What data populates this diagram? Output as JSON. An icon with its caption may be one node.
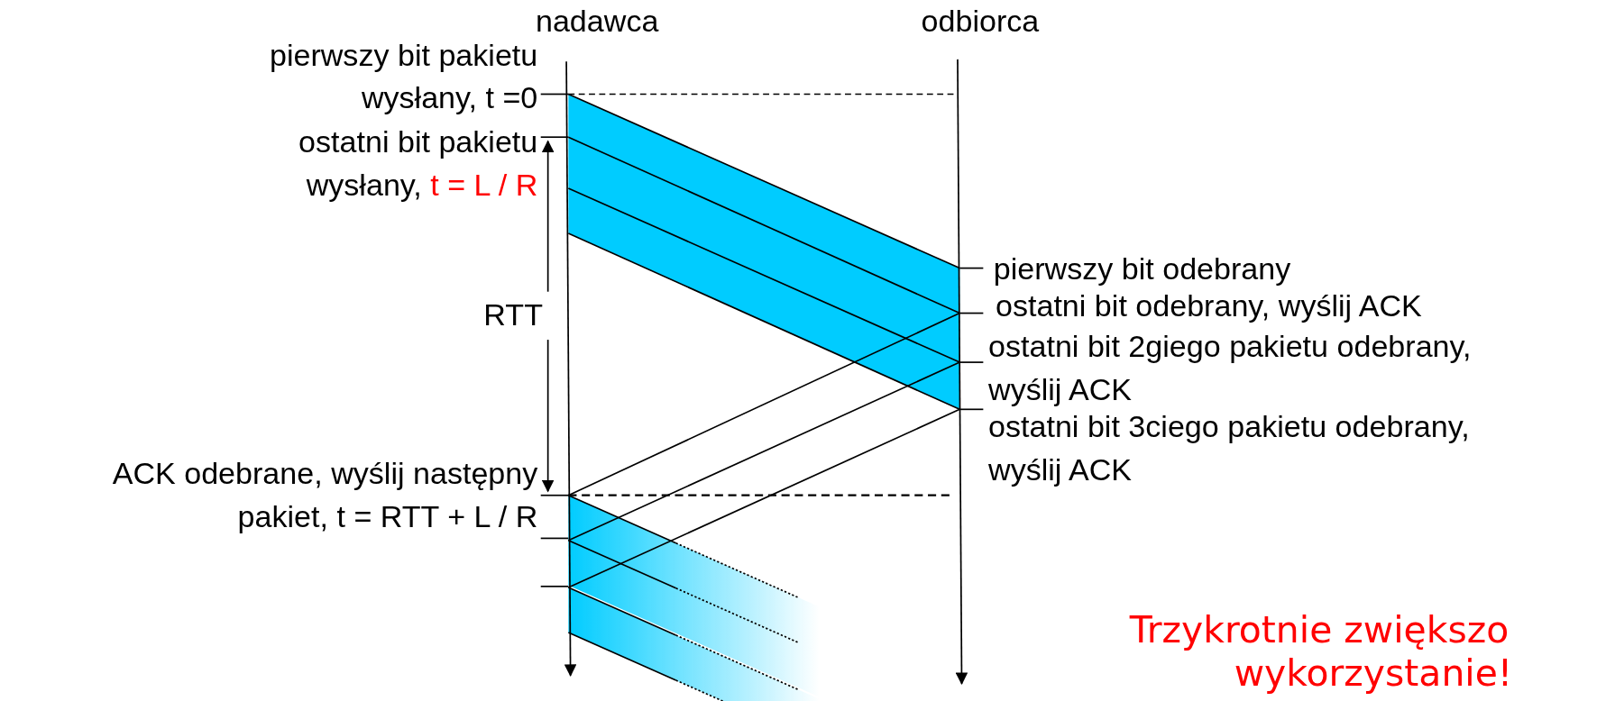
{
  "diagram": {
    "labels": [
      "nadawca",
      "odbiorca",
      "pierwszy bit pakietu wysłany, t =0",
      "ostatni bit pakietu wysłany, t = L / R",
      "RTT",
      "ACK odebrane, wyślij następny pakiet, t = RTT + L / R",
      "pierwszy bit odebrany",
      "ostatni bit odebrany, wyślij ACK",
      "ostatni bit 2giego pakietu odebrany, wyślij ACK",
      "ostatni bit 3ciego pakietu odebrany, wyślij ACK",
      "Trzykrotnie zwiększo",
      "wykorzystanie!"
    ]
  }
}
